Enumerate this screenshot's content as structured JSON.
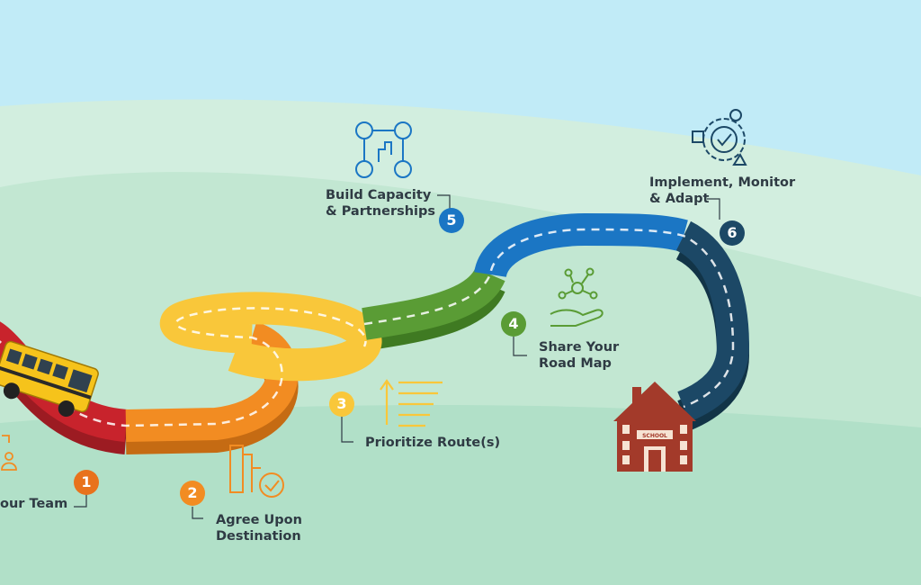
{
  "steps": [
    {
      "number": "1",
      "label": "our Team",
      "color": "#e8721c"
    },
    {
      "number": "2",
      "label": "Agree Upon\nDestination",
      "color": "#f28c22"
    },
    {
      "number": "3",
      "label": "Prioritize Route(s)",
      "color": "#f9c73a"
    },
    {
      "number": "4",
      "label": "Share Your\nRoad Map",
      "color": "#5a9c35"
    },
    {
      "number": "5",
      "label": "Build Capacity\n& Partnerships",
      "color": "#1b76c4"
    },
    {
      "number": "6",
      "label": "Implement, Monitor\n& Adapt",
      "color": "#1c4866"
    }
  ],
  "school_sign": "SCHOOL",
  "colors": {
    "sky": "#c1ebf7",
    "road_red": "#c8232c",
    "road_orange": "#f28c22",
    "road_yellow": "#f9c73a",
    "road_green": "#5a9c35",
    "road_blue": "#1b76c4",
    "road_navy": "#1c4866",
    "school_brick": "#a33a2a",
    "bus_yellow": "#f6c31b"
  }
}
